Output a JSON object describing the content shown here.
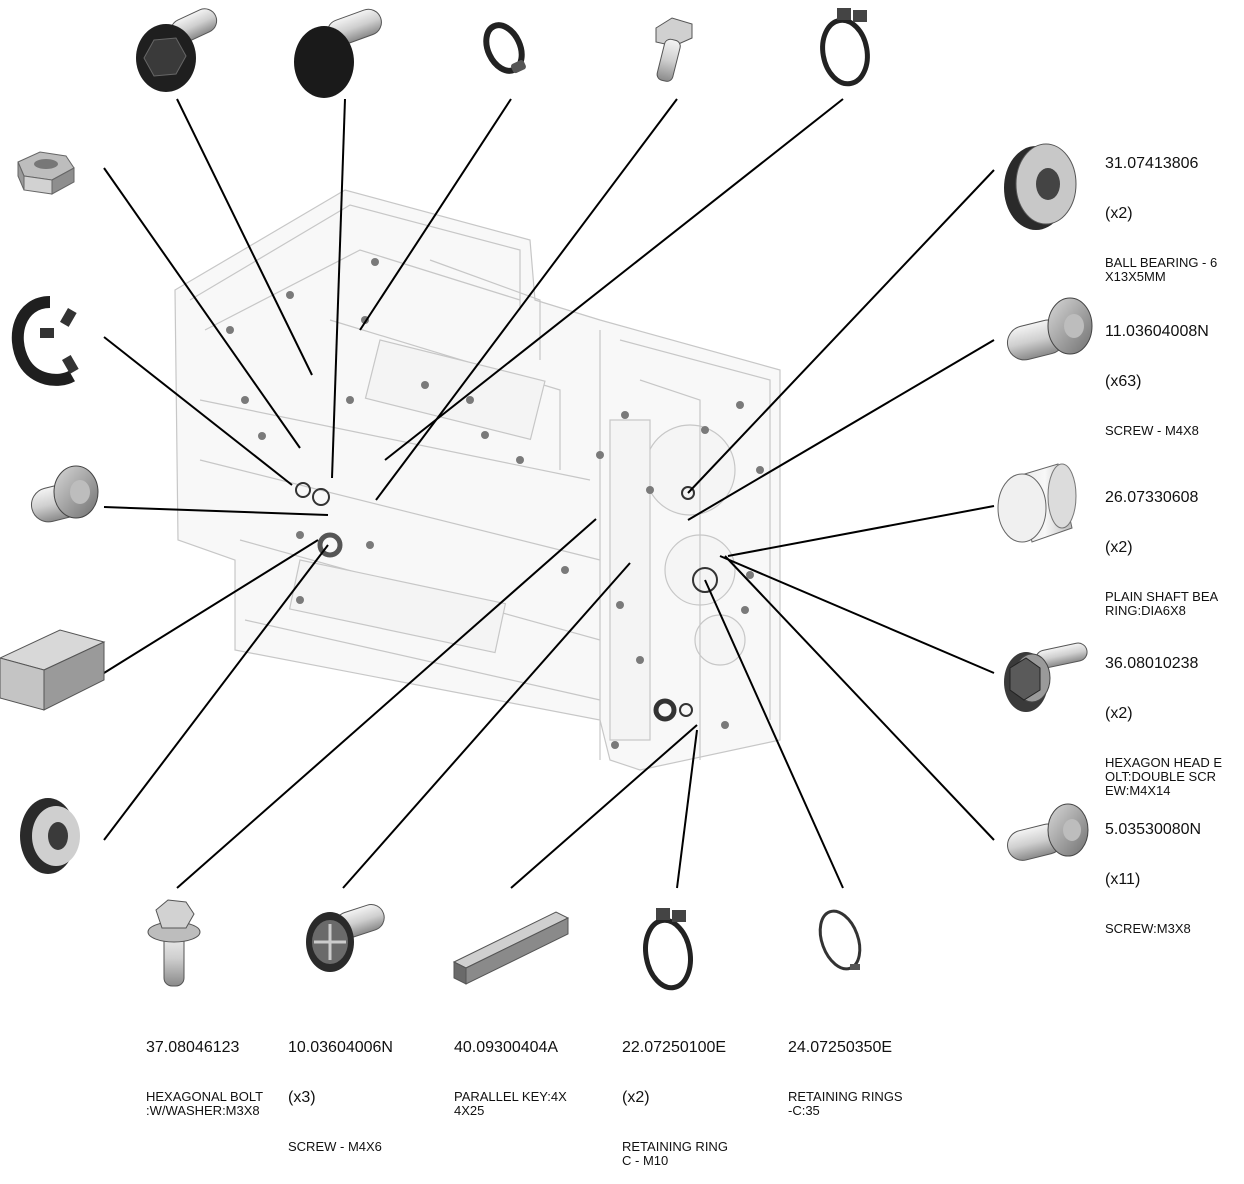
{
  "colors": {
    "line": "#000000",
    "part_dark": "#2b2b2b",
    "part_mid": "#7a7a7a",
    "part_light": "#d9d9d9",
    "assembly": "#bfbfbf"
  },
  "parts_bottom": [
    {
      "pn": "37.08046123",
      "qty": "",
      "desc": "HEXAGONAL BOLT\n:W/WASHER:M3X8",
      "icon": "hex-flange-bolt-icon"
    },
    {
      "pn": "10.03604006N",
      "qty": "(x3)",
      "desc": "SCREW - M4X6",
      "icon": "phillips-screw-icon"
    },
    {
      "pn": "40.09300404A",
      "qty": "",
      "desc": "PARALLEL KEY:4X\n4X25",
      "icon": "parallel-key-icon"
    },
    {
      "pn": "22.07250100E",
      "qty": "(x2)",
      "desc": "RETAINING RING\nC - M10",
      "icon": "retaining-ring-tabbed-icon"
    },
    {
      "pn": "24.07250350E",
      "qty": "",
      "desc": "RETAINING RINGS\n-C:35",
      "icon": "retaining-ring-thin-icon"
    }
  ],
  "parts_right": [
    {
      "pn": "31.07413806",
      "qty": "(x2)",
      "desc": "BALL BEARING - 6\nX13X5MM",
      "icon": "ball-bearing-icon"
    },
    {
      "pn": "11.03604008N",
      "qty": "(x63)",
      "desc": "SCREW - M4X8",
      "icon": "screw-icon"
    },
    {
      "pn": "26.07330608",
      "qty": "(x2)",
      "desc": "PLAIN SHAFT BEA\nRING:DIA6X8",
      "icon": "plain-bearing-icon"
    },
    {
      "pn": "36.08010238",
      "qty": "(x2)",
      "desc": "HEXAGON HEAD E\nOLT:DOUBLE SCR\nEW:M4X14",
      "icon": "hex-head-bolt-icon"
    },
    {
      "pn": "5.03530080N",
      "qty": "(x11)",
      "desc": "SCREW:M3X8",
      "icon": "screw-icon"
    }
  ]
}
